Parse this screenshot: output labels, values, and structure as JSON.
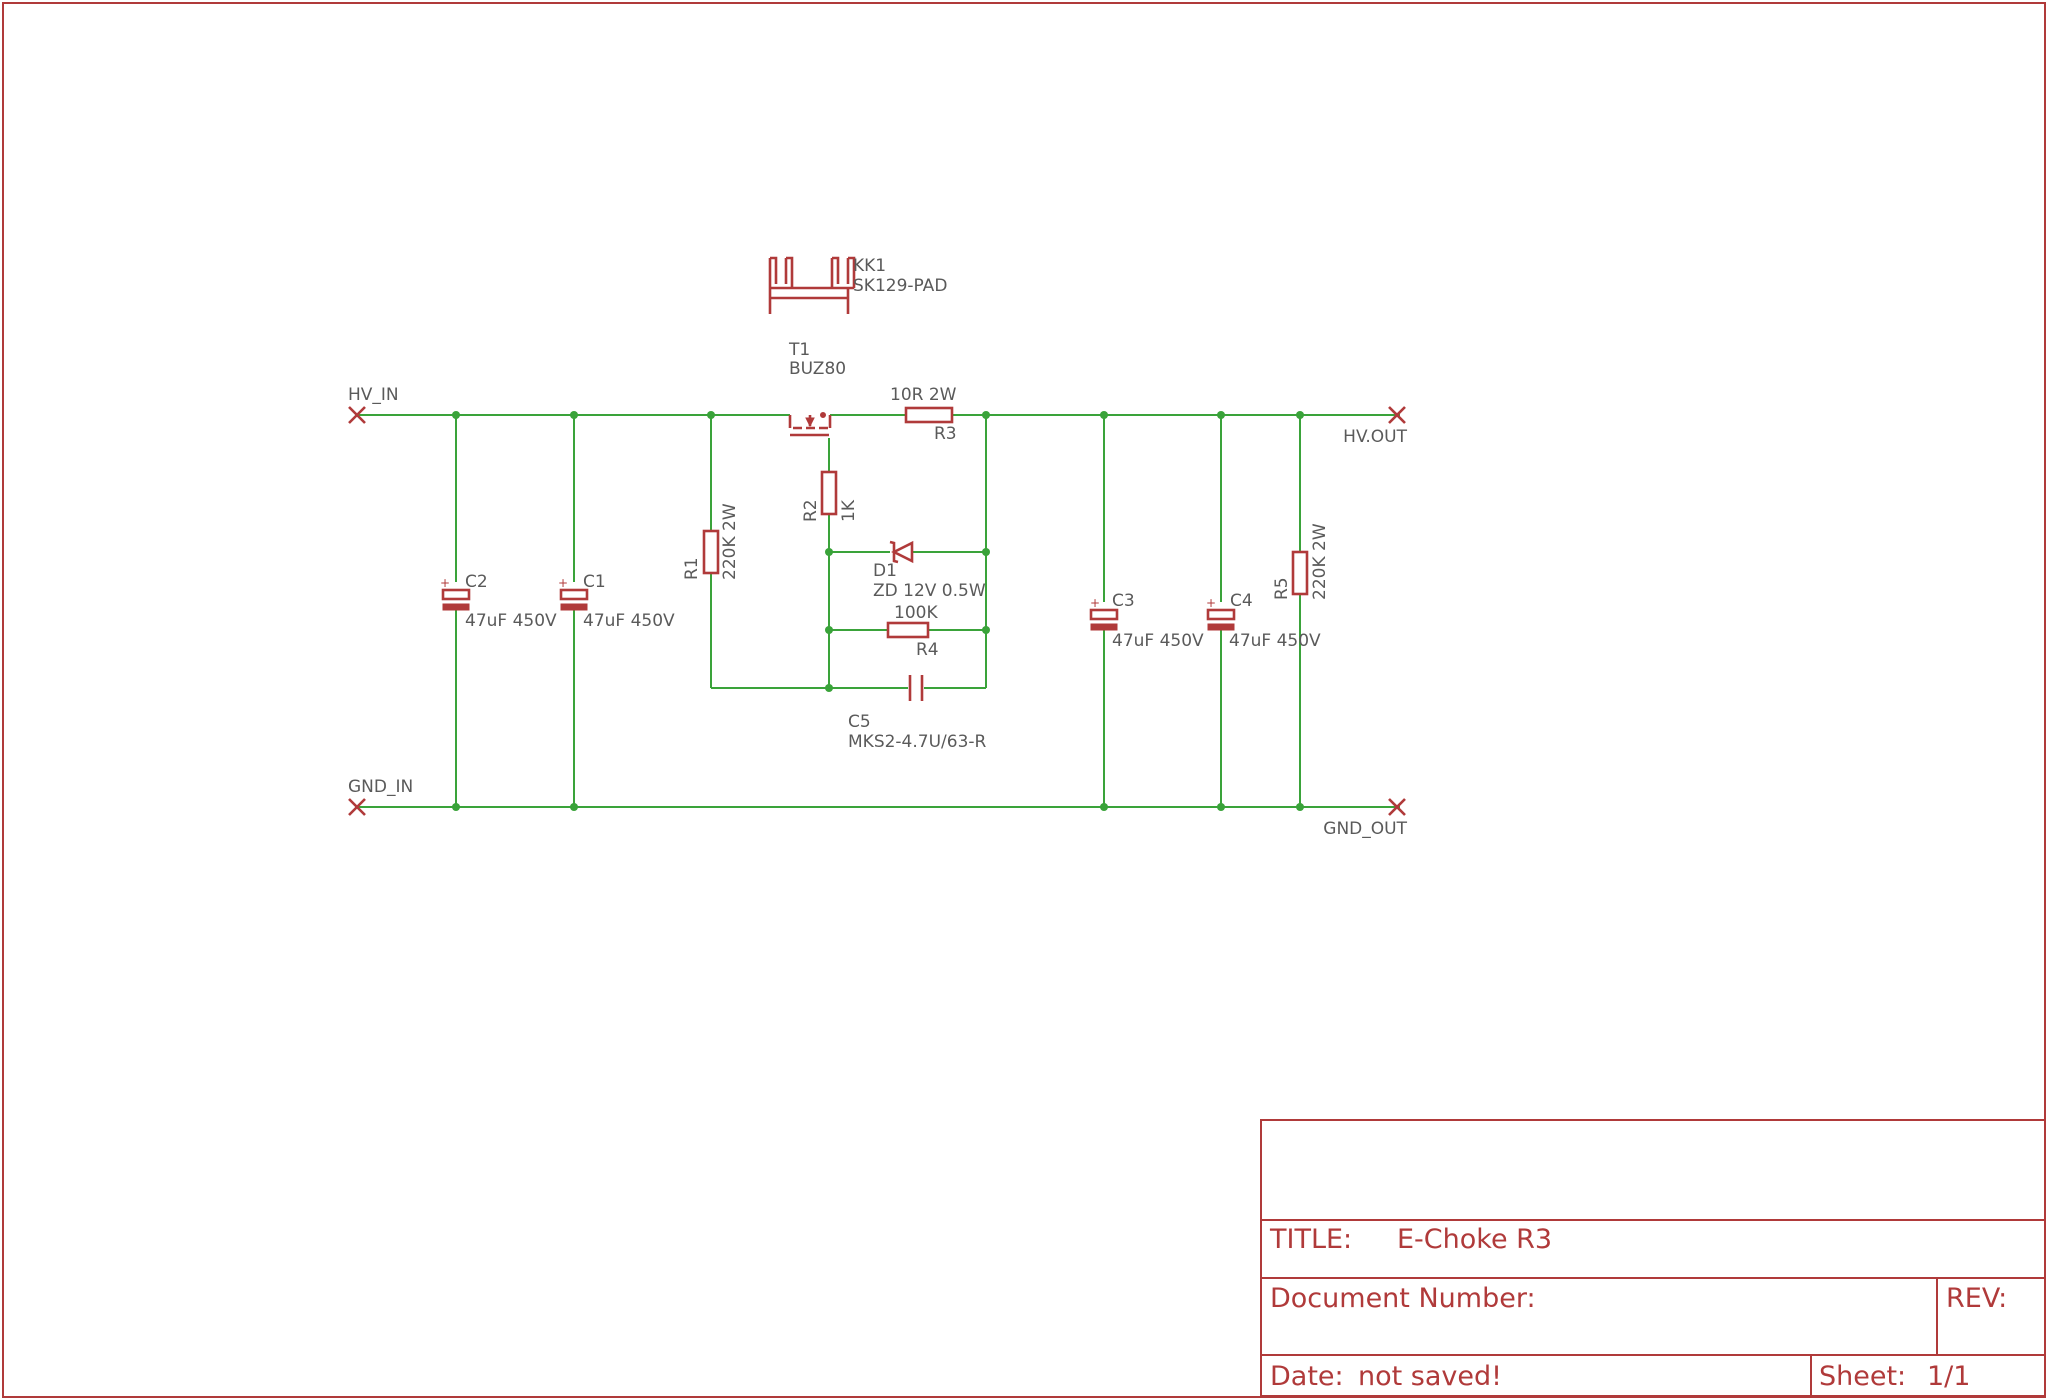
{
  "schematic": {
    "nets": {
      "hv_in": "HV_IN",
      "gnd_in": "GND_IN",
      "hv_out": "HV.OUT",
      "gnd_out": "GND_OUT"
    },
    "components": {
      "kk1": {
        "ref": "KK1",
        "value": "SK129-PAD"
      },
      "t1": {
        "ref": "T1",
        "value": "BUZ80"
      },
      "r3": {
        "ref": "R3",
        "value": "10R 2W"
      },
      "r2": {
        "ref": "R2",
        "value": "1K"
      },
      "r1": {
        "ref": "R1",
        "value": "220K 2W"
      },
      "d1": {
        "ref": "D1",
        "value": "ZD 12V 0.5W"
      },
      "r4": {
        "ref": "R4",
        "value": "100K"
      },
      "c5": {
        "ref": "C5",
        "value": "MKS2-4.7U/63-R"
      },
      "c2": {
        "ref": "C2",
        "value": "47uF 450V"
      },
      "c1": {
        "ref": "C1",
        "value": "47uF 450V"
      },
      "c3": {
        "ref": "C3",
        "value": "47uF 450V"
      },
      "c4": {
        "ref": "C4",
        "value": "47uF 450V"
      },
      "r5": {
        "ref": "R5",
        "value": "220K 2W"
      }
    },
    "polarity_mark": "+"
  },
  "title_block": {
    "title_label": "TITLE:",
    "title_value": "E-Choke R3",
    "docnum_label": "Document Number:",
    "rev_label": "REV:",
    "date_label": "Date:",
    "date_value": "not saved!",
    "sheet_label": "Sheet:",
    "sheet_value": "1/1"
  },
  "colors": {
    "symbol": "#b03a3a",
    "wire": "#3aa33a",
    "label": "#5a5a5a"
  }
}
